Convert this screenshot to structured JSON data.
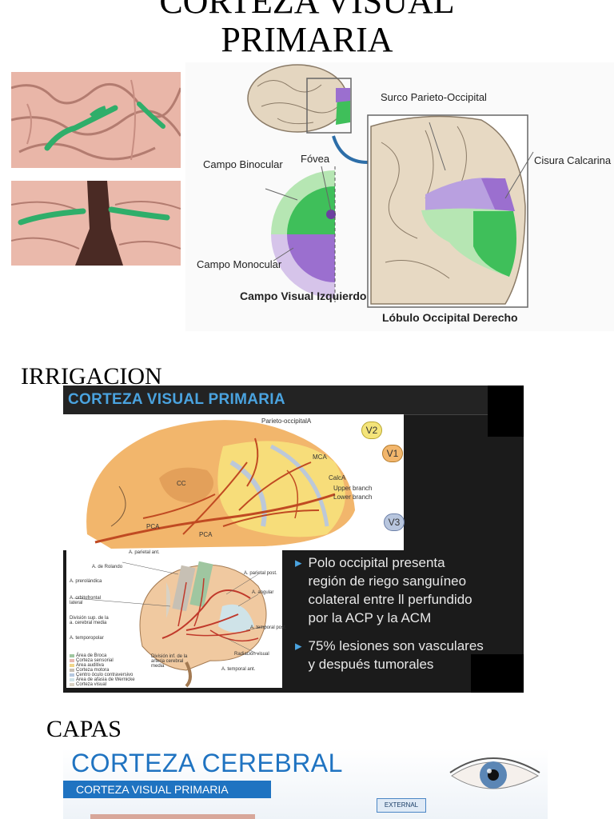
{
  "title_lines": [
    "CORTEZA VISUAL",
    "PRIMARIA"
  ],
  "diagram": {
    "surco": "Surco Parieto-Occipital",
    "cisura": "Cisura Calcarina",
    "fovea": "Fóvea",
    "binocular": "Campo Binocular",
    "monocular": "Campo Monocular",
    "campo_visual": "Campo Visual Izquierdo",
    "lobulo": "Lóbulo Occipital Derecho"
  },
  "irrigacion": {
    "heading": "IRRIGACION",
    "slide_title": "CORTEZA VISUAL PRIMARIA",
    "labels": {
      "parieto": "Parieto-occipitalA",
      "mca": "MCA",
      "calca": "CalcA",
      "upper": "Upper branch",
      "lower": "Lower branch",
      "cc": "CC",
      "pca1": "PCA",
      "pca2": "PCA",
      "v1": "V1",
      "v2": "V2",
      "v3": "V3"
    },
    "brain2_labels": {
      "parietal_ant": "A. parietal ant.",
      "rolando": "A. de Rolando",
      "prerolandica": "A. prerolándica",
      "orbitofrontal": "A. orbitofrontal lateral",
      "division_sup": "División sup. de la a. cerebral media",
      "temporopolar": "A. temporopolar",
      "parietal_post": "A. parietal post.",
      "angular": "A. angular",
      "temporal_post": "A. temporal post.",
      "radiacion": "Radiación visual",
      "division_inf": "División inf. de la arteria cerebral media",
      "temporal_ant": "A. temporal ant.",
      "legend": [
        "Área de Broca",
        "Corteza sensorial",
        "Área auditiva",
        "Corteza motora",
        "Centro óculo contraversivo",
        "Área de afasia de Wernicke",
        "Corteza visual"
      ]
    },
    "bullets": [
      [
        "Polo occipital presenta",
        "región de riego sanguíneo",
        "colateral entre ll perfundido",
        "por la ACP y la ACM"
      ],
      [
        "75% lesiones son vasculares",
        "y después tumorales"
      ]
    ]
  },
  "capas": {
    "heading": "CAPAS",
    "slide_title": "CORTEZA CEREBRAL",
    "slide_sub": "CORTEZA VISUAL PRIMARIA",
    "button": "EXTERNAL"
  },
  "colors": {
    "green": "#3fbf5a",
    "light_green": "#b6e6b3",
    "purple": "#9b6fcf",
    "light_purple": "#d6c4ea",
    "brain_tan": "#e9dcc6",
    "slide_dark": "#1b1b1b",
    "slide_title": "#4aa3df",
    "capas_title": "#1f73c1"
  }
}
